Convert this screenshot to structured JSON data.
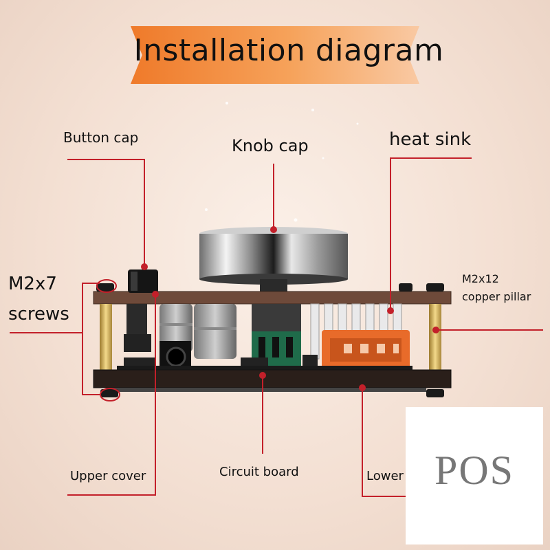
{
  "title": "Installation diagram",
  "labels": {
    "button_cap": "Button cap",
    "knob_cap": "Knob cap",
    "heat_sink": "heat sink",
    "m2x7": "M2x7",
    "screws": "screws",
    "m2x12": "M2x12",
    "copper_pillar": "copper pillar",
    "upper_cover": "Upper cover",
    "circuit_board": "Circuit board",
    "lower_cover": "Lower"
  },
  "watermark": "POS",
  "colors": {
    "leader_line": "#c3202a",
    "banner": "#ef7a2a",
    "board": "#6e4a3a"
  }
}
